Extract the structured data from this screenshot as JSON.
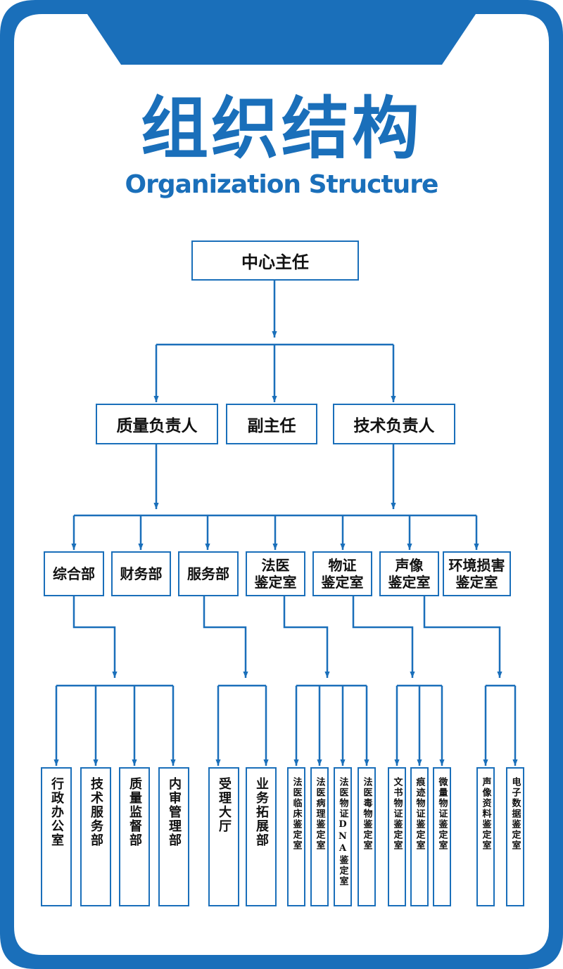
{
  "header": {
    "title_cn": "组织结构",
    "title_en": "Organization Structure"
  },
  "colors": {
    "frame": "#1a6fba",
    "line": "#1a6fba",
    "text": "#111111"
  },
  "org": {
    "root": "中心主任",
    "level1": [
      "质量负责人",
      "副主任",
      "技术负责人"
    ],
    "level2": [
      [
        "综合部"
      ],
      [
        "财务部"
      ],
      [
        "服务部"
      ],
      [
        "法医",
        "鉴定室"
      ],
      [
        "物证",
        "鉴定室"
      ],
      [
        "声像",
        "鉴定室"
      ],
      [
        "环境损害",
        "鉴定室"
      ]
    ],
    "level3": [
      "行政办公室",
      "技术服务部",
      "质量监督部",
      "内审管理部",
      "受理大厅",
      "业务拓展部",
      "法医临床鉴定室",
      "法医病理鉴定室",
      "法医物证DNA鉴定室",
      "法医毒物鉴定室",
      "文书物证鉴定室",
      "痕迹物证鉴定室",
      "微量物证鉴定室",
      "声像资料鉴定室",
      "电子数据鉴定室"
    ]
  }
}
